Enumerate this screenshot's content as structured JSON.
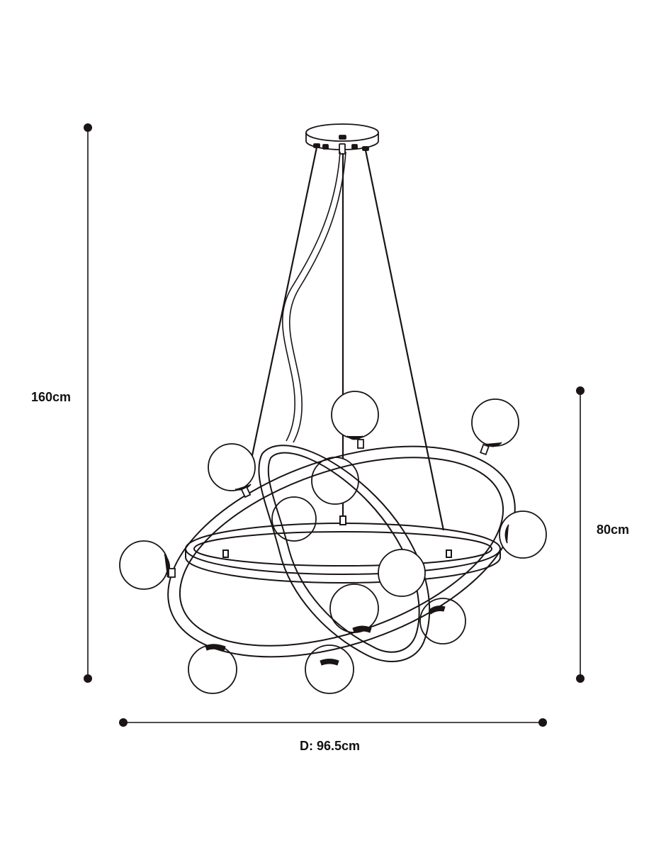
{
  "dimensions": {
    "total_height": "160cm",
    "body_height": "80cm",
    "diameter": "D: 96.5cm"
  },
  "colors": {
    "line": "#1a1414",
    "background": "#ffffff",
    "globe_fill": "#ffffff"
  }
}
